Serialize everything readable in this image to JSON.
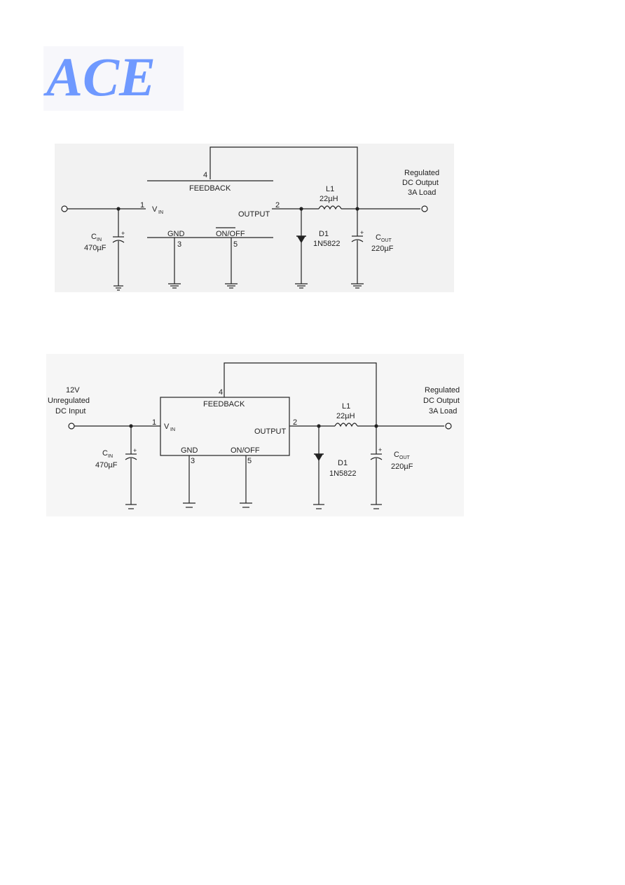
{
  "logo": {
    "text": "ACE",
    "color": "#6f99ff"
  },
  "circuit1": {
    "pin1": "1",
    "pin2": "2",
    "pin3": "3",
    "pin4": "4",
    "pin5": "5",
    "vin_label": "V",
    "vin_sub": "IN",
    "feedback_label": "FEEDBACK",
    "output_label": "OUTPUT",
    "gnd_label": "GND",
    "onoff_label": "ON/OFF",
    "cin_label": "C",
    "cin_sub": "IN",
    "cin_value": "470µF",
    "cout_label": "C",
    "cout_sub": "OUT",
    "cout_value": "220µF",
    "l1_label": "L1",
    "l1_value": "22µH",
    "d1_label": "D1",
    "d1_part": "1N5822",
    "out_line1": "Regulated",
    "out_line2": "DC Output",
    "out_line3": "3A Load"
  },
  "circuit2": {
    "pin1": "1",
    "pin2": "2",
    "pin3": "3",
    "pin4": "4",
    "pin5": "5",
    "in_line1": "12V",
    "in_line2": "Unregulated",
    "in_line3": "DC Input",
    "vin_label": "V",
    "vin_sub": "IN",
    "feedback_label": "FEEDBACK",
    "output_label": "OUTPUT",
    "gnd_label": "GND",
    "onoff_label": "ON/OFF",
    "cin_label": "C",
    "cin_sub": "IN",
    "cin_value": "470µF",
    "cout_label": "C",
    "cout_sub": "OUT",
    "cout_value": "220µF",
    "l1_label": "L1",
    "l1_value": "22µH",
    "d1_label": "D1",
    "d1_part": "1N5822",
    "out_line1": "Regulated",
    "out_line2": "DC Output",
    "out_line3": "3A Load"
  }
}
